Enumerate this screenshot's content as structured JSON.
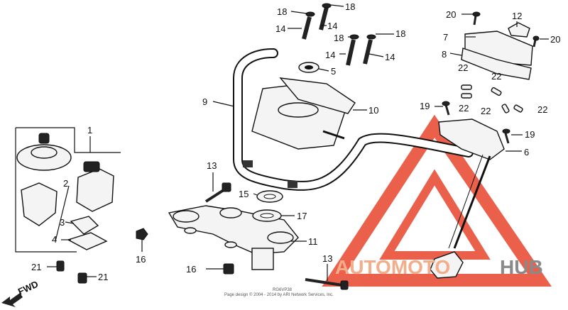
{
  "callouts": [
    {
      "id": "c1",
      "text": "1"
    },
    {
      "id": "c2",
      "text": "2"
    },
    {
      "id": "c3",
      "text": "3"
    },
    {
      "id": "c4",
      "text": "4"
    },
    {
      "id": "c5",
      "text": "5"
    },
    {
      "id": "c6",
      "text": "6"
    },
    {
      "id": "c7",
      "text": "7"
    },
    {
      "id": "c8",
      "text": "8"
    },
    {
      "id": "c9",
      "text": "9"
    },
    {
      "id": "c10",
      "text": "10"
    },
    {
      "id": "c11",
      "text": "11"
    },
    {
      "id": "c12",
      "text": "12"
    },
    {
      "id": "c13a",
      "text": "13"
    },
    {
      "id": "c13b",
      "text": "13"
    },
    {
      "id": "c14a",
      "text": "14"
    },
    {
      "id": "c14b",
      "text": "14"
    },
    {
      "id": "c14c",
      "text": "14"
    },
    {
      "id": "c14d",
      "text": "14"
    },
    {
      "id": "c15",
      "text": "15"
    },
    {
      "id": "c16a",
      "text": "16"
    },
    {
      "id": "c16b",
      "text": "16"
    },
    {
      "id": "c17",
      "text": "17"
    },
    {
      "id": "c18a",
      "text": "18"
    },
    {
      "id": "c18b",
      "text": "18"
    },
    {
      "id": "c18c",
      "text": "18"
    },
    {
      "id": "c18d",
      "text": "18"
    },
    {
      "id": "c19a",
      "text": "19"
    },
    {
      "id": "c19b",
      "text": "19"
    },
    {
      "id": "c20a",
      "text": "20"
    },
    {
      "id": "c20b",
      "text": "20"
    },
    {
      "id": "c21a",
      "text": "21"
    },
    {
      "id": "c21b",
      "text": "21"
    },
    {
      "id": "c22a",
      "text": "22"
    },
    {
      "id": "c22b",
      "text": "22"
    },
    {
      "id": "c22c",
      "text": "22"
    },
    {
      "id": "c22d",
      "text": "22"
    },
    {
      "id": "c22e",
      "text": "22"
    }
  ],
  "fwd_label": "FWD",
  "watermark": {
    "left": "AUTOMOTO",
    "right": "HUB",
    "color_accent": "#e8452c",
    "color_gray": "#8a8a8a"
  },
  "copyright": {
    "code": "RG6VP38",
    "line": "Page design © 2004 - 2014 by ARI Network Services, Inc."
  }
}
